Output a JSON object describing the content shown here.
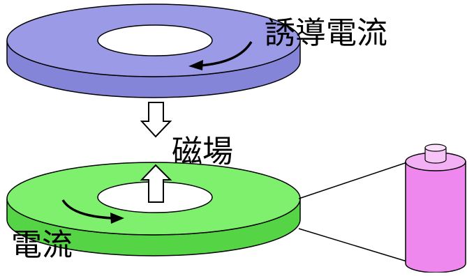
{
  "labels": {
    "induced_current": "誘導電流",
    "magnetic_field": "磁場",
    "current": "電流"
  },
  "colors": {
    "upper_disc": "#9a9ae6",
    "upper_disc_side": "#8484d8",
    "lower_disc": "#7ef06e",
    "lower_disc_side": "#55d545",
    "hole": "#ffffff",
    "outline": "#000000",
    "cylinder": "#ee88ee",
    "cylinder_top": "#f6c4f6",
    "arrow_fill": "#ffffff"
  },
  "icons": {
    "induced_arrow": "curved-arrow-left-icon",
    "current_arrow": "curved-arrow-right-icon",
    "down_arrow": "hollow-arrow-down-icon",
    "up_arrow": "hollow-arrow-up-icon"
  }
}
